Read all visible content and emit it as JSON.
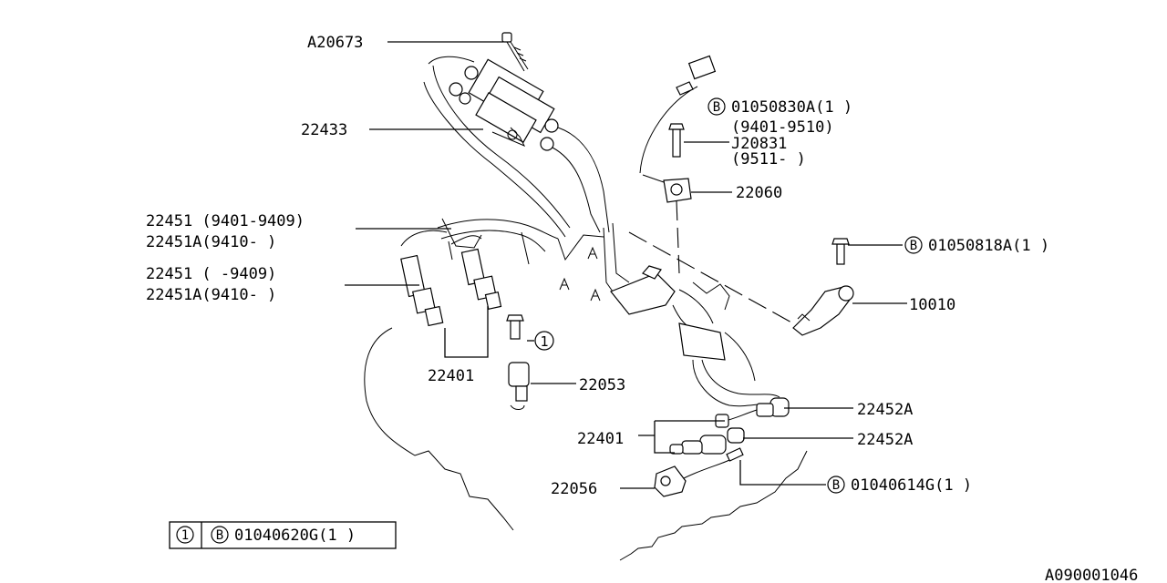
{
  "labels": {
    "a20673": "A20673",
    "p22433": "22433",
    "b01050830a": "01050830A(1 )",
    "r9401_9510": "(9401-9510)",
    "j20831": "J20831",
    "r9511": "(9511-     )",
    "p22060": "22060",
    "p22451_a": "22451 (9401-9409)",
    "p22451a_a": "22451A(9410-    )",
    "p22451_b": "22451 (     -9409)",
    "p22451a_b": "22451A(9410-    )",
    "b01050818a": "01050818A(1 )",
    "p10010": "10010",
    "p22401_a": "22401",
    "p22053": "22053",
    "p22452a_a": "22452A",
    "p22401_b": "22401",
    "p22452a_b": "22452A",
    "p22056": "22056",
    "b01040614g": "01040614G(1 )",
    "legend_value": "01040620G(1 )",
    "ref_code": "A090001046"
  },
  "markers": {
    "b": "B",
    "one": "1"
  }
}
